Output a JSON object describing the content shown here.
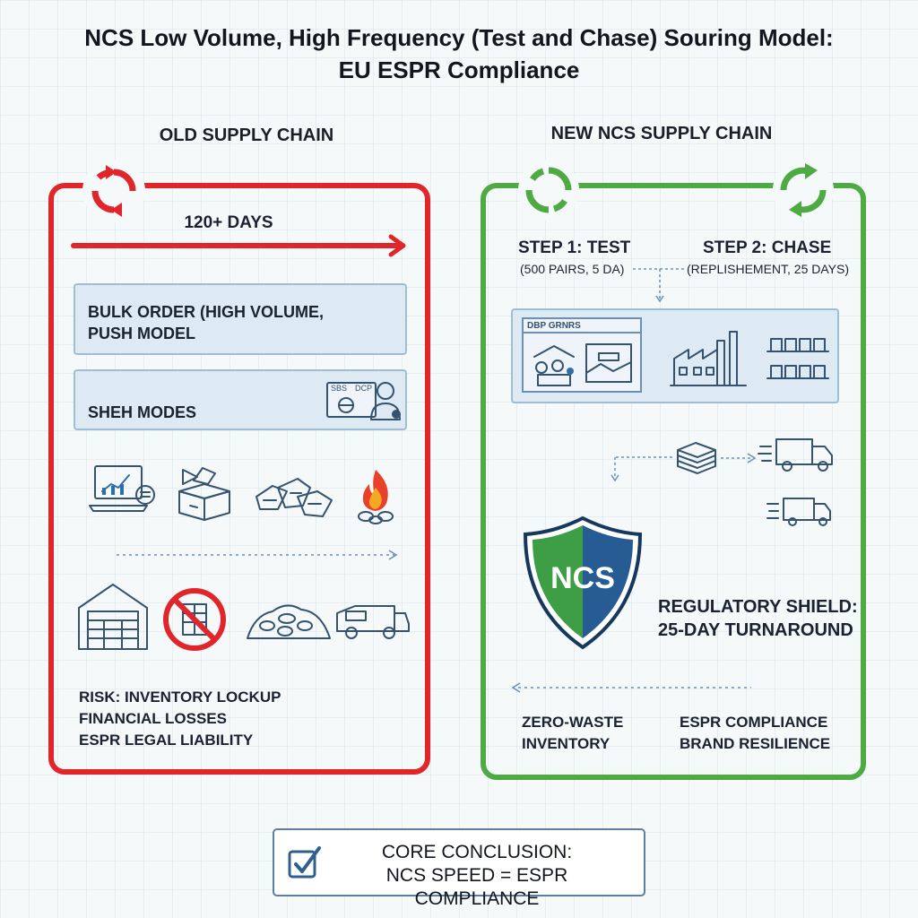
{
  "title": "NCS Low Volume, High Frequency (Test and Chase) Souring Model: EU ESPR Compliance",
  "old": {
    "heading": "OLD SUPPLY CHAIN",
    "timeline_label": "120+ DAYS",
    "bulk_order_line1": "BULK ORDER (HIGH VOLUME,",
    "bulk_order_line2": "PUSH MODEL",
    "sheh_modes": "SHEH MODES",
    "mini_screen_text1": "SBS",
    "mini_screen_text2": "DCP",
    "risks": [
      "RISK: INVENTORY LOCKUP",
      "FINANCIAL LOSSES",
      "ESPR LEGAL LIABILITY"
    ]
  },
  "new": {
    "heading": "NEW NCS SUPPLY CHAIN",
    "step1_title": "STEP 1: TEST",
    "step1_detail": "(500 PAIRS, 5 DA)",
    "step2_title": "STEP 2: CHASE",
    "step2_detail": "(REPLISHEMENT, 25 DAYS)",
    "panel_label": "DBP GRNRS",
    "shield_text": "NCS",
    "shield_caption_line1": "REGULATORY SHIELD:",
    "shield_caption_line2": "25-DAY TURNAROUND",
    "outcome_left_line1": "ZERO-WASTE",
    "outcome_left_line2": "INVENTORY",
    "outcome_right_line1": "ESPR COMPLIANCE",
    "outcome_right_line2": "BRAND RESILIENCE"
  },
  "conclusion": {
    "line1": "CORE CONCLUSION:",
    "line2": "NCS SPEED = ESPR COMPLIANCE"
  },
  "colors": {
    "old_accent": "#e0262b",
    "new_accent": "#4faa44",
    "shield_green": "#3d9e45",
    "shield_blue": "#265b93",
    "box_fill": "#dde9f3"
  },
  "icons": [
    "cycle-arrows-icon",
    "laptop-chart-icon",
    "open-box-icon",
    "clothes-pile-icon",
    "fire-icon",
    "warehouse-icon",
    "prohibited-icon",
    "waste-pile-icon",
    "truck-icon",
    "factory-icon",
    "shelves-icon",
    "fabric-stack-icon",
    "shield-icon",
    "checkbox-icon"
  ]
}
